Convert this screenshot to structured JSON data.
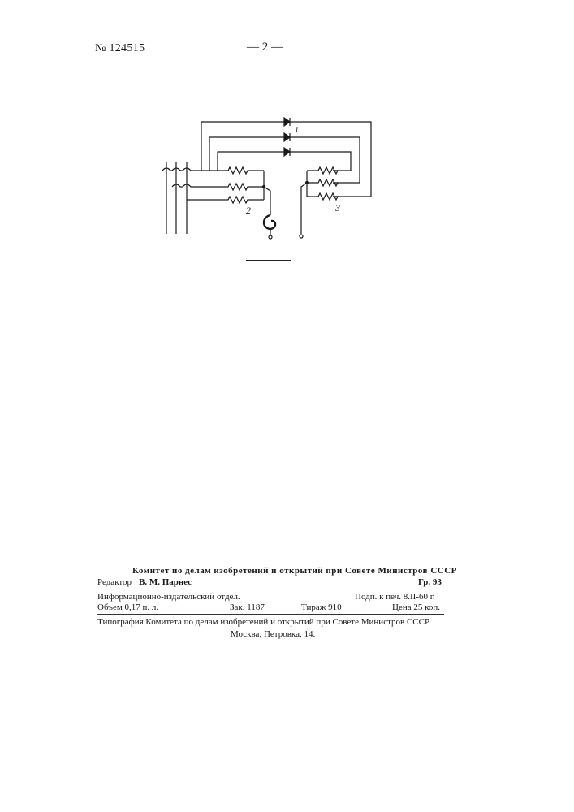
{
  "header": {
    "patent_number": "№ 124515",
    "page_number": "— 2 —"
  },
  "figure": {
    "labels": {
      "diode": "1",
      "resistor_left": "2",
      "resistor_right": "3"
    }
  },
  "imprint": {
    "committee": "Комитет по делам изобретений и открытий при Совете Министров СССР",
    "editor_label": "Редактор",
    "editor_name": "В. М. Парнес",
    "group": "Гр. 93",
    "department": "Информационно-издательский отдел.",
    "signed_for_print": "Подп. к печ. 8.II-60 г.",
    "volume": "Объем 0,17 п. л.",
    "order": "Зак. 1187",
    "print_run": "Тираж 910",
    "price": "Цена 25 коп.",
    "printer": "Типография Комитета по делам изобретений и открытий при Совете Министров СССР",
    "address": "Москва, Петровка, 14."
  }
}
